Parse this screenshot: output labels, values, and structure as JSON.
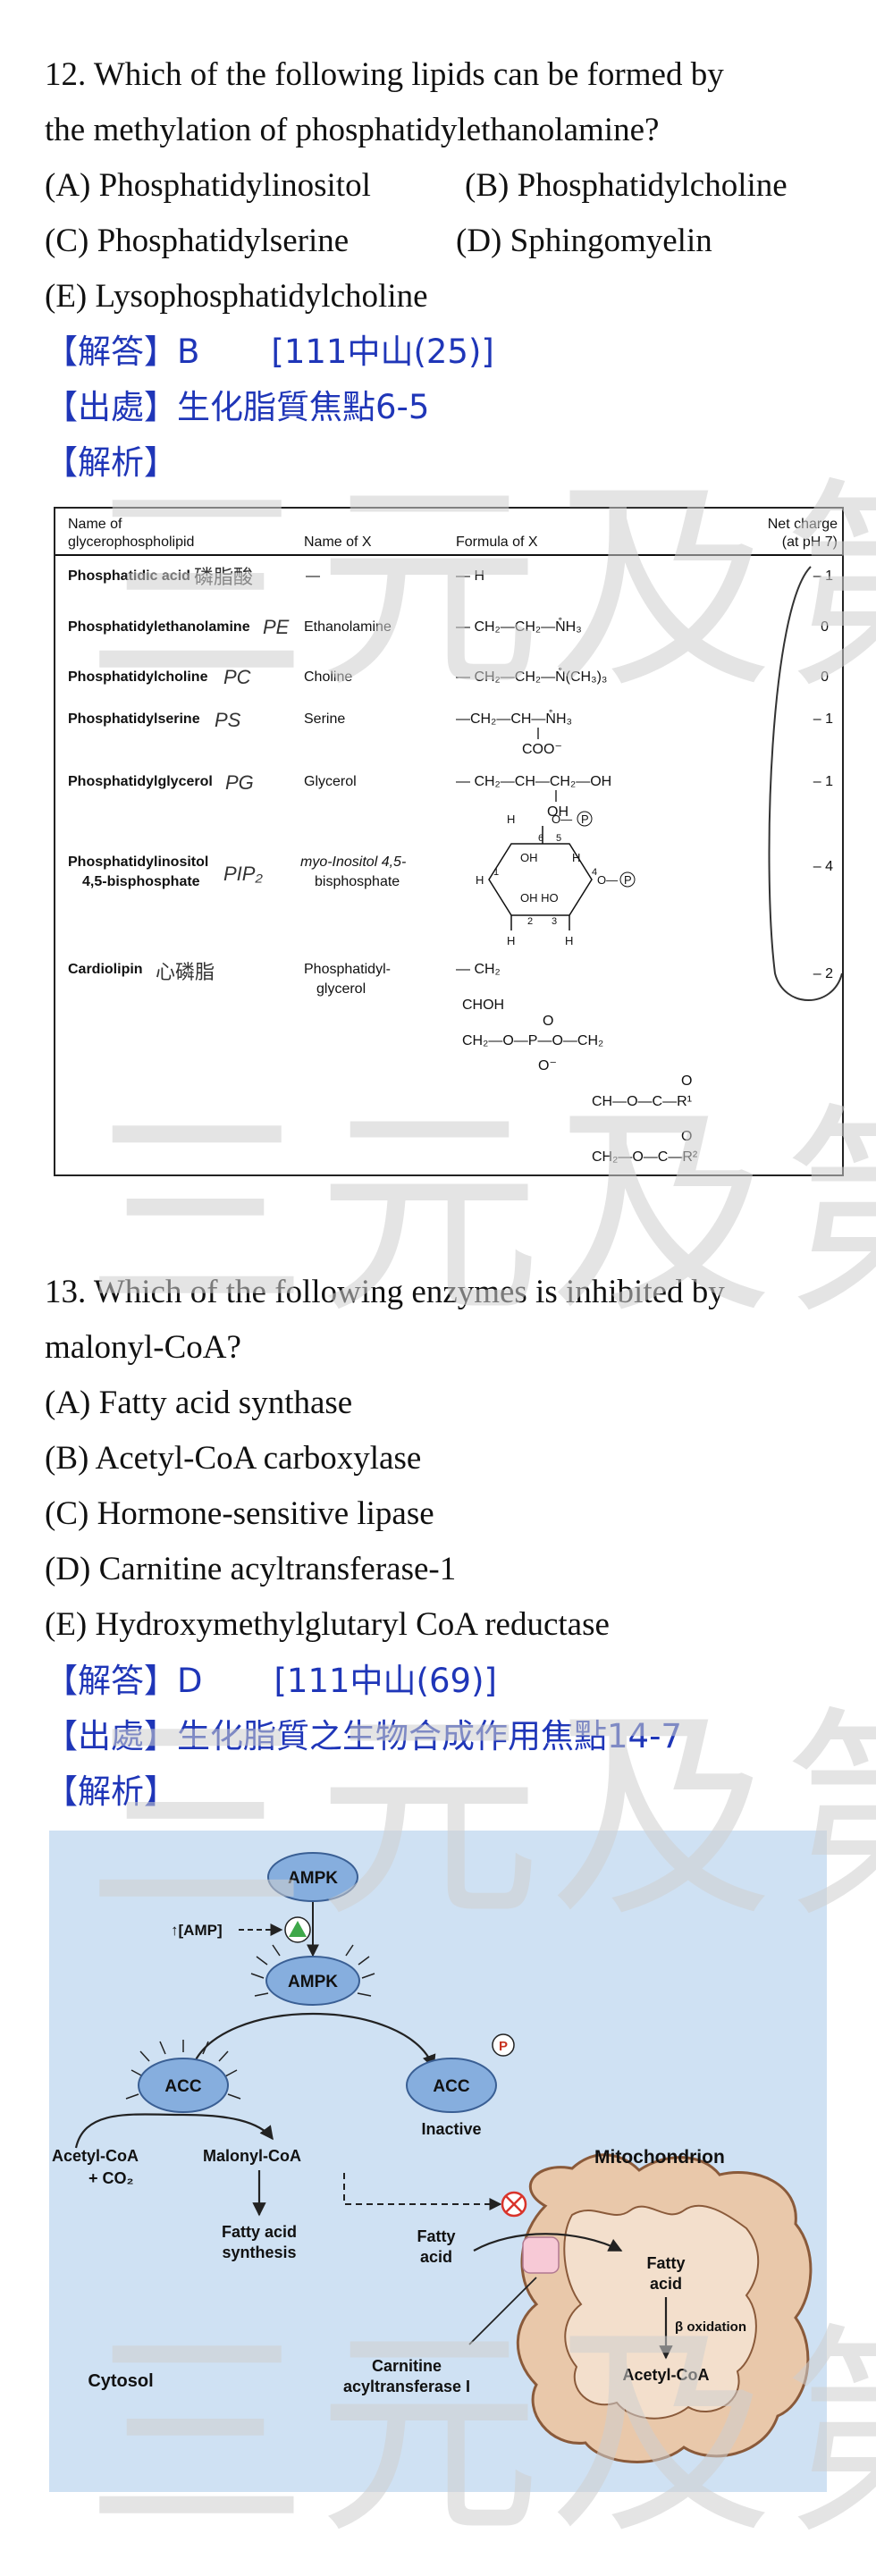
{
  "q12": {
    "stem_line1": "12. Which of the following lipids can be formed by",
    "stem_line2": "the methylation of phosphatidylethanolamine?",
    "options": {
      "A": "(A) Phosphatidylinositol",
      "B": "(B) Phosphatidylcholine",
      "C": "(C) Phosphatidylserine",
      "D": "(D) Sphingomyelin",
      "E": "(E) Lysophosphatidylcholine"
    },
    "answer_label": "【解答】B",
    "answer_ref": "[111中山(25)]",
    "source": "【出處】生化脂質焦點6-5",
    "analysis": "【解析】"
  },
  "table": {
    "headers": {
      "name": "Name of glycerophospholipid",
      "name_l1": "Name of",
      "name_l2": "glycerophospholipid",
      "x": "Name of X",
      "formula": "Formula of X",
      "charge_l1": "Net charge",
      "charge_l2": "(at pH 7)"
    },
    "rows": [
      {
        "name": "Phosphatidic acid",
        "note": "磷脂酸",
        "x": "—",
        "formula": "— H",
        "charge": "– 1"
      },
      {
        "name": "Phosphatidylethanolamine",
        "note": "PE",
        "x": "Ethanolamine",
        "formula": "— CH₂—CH₂—N̊H₃",
        "charge": "0"
      },
      {
        "name": "Phosphatidylcholine",
        "note": "PC",
        "x": "Choline",
        "formula": "— CH₂—CH₂—N̊(CH₃)₃",
        "charge": "0"
      },
      {
        "name": "Phosphatidylserine",
        "note": "PS",
        "x": "Serine",
        "formula": "—CH₂—CH—N̊H₃",
        "formula2": "COO⁻",
        "charge": "– 1"
      },
      {
        "name": "Phosphatidylglycerol",
        "note": "PG",
        "x": "Glycerol",
        "formula": "— CH₂—CH—CH₂—OH",
        "formula2": "OH",
        "charge": "– 1"
      },
      {
        "name": "Phosphatidylinositol",
        "name2": "4,5-bisphosphate",
        "note": "PIP₂",
        "x": "myo-Inositol 4,5-",
        "x2": "bisphosphate",
        "charge": "– 4"
      },
      {
        "name": "Cardiolipin",
        "note": "心磷脂",
        "x": "Phosphatidyl-",
        "x2": "glycerol",
        "charge": "– 2"
      }
    ],
    "cardiolipin_formula": [
      "— CH₂",
      "CHOH",
      "CH₂—O—P—O—CH₂",
      "O⁻",
      "CH—O—C—R¹",
      "CH₂—O—C—R²",
      "O",
      "O",
      "O"
    ]
  },
  "q13": {
    "stem_line1": "13. Which of the following enzymes is inhibited by",
    "stem_line2": "malonyl-CoA?",
    "options": {
      "A": "(A) Fatty acid synthase",
      "B": "(B) Acetyl-CoA carboxylase",
      "C": "(C) Hormone-sensitive lipase",
      "D": "(D) Carnitine acyltransferase-1",
      "E": "(E) Hydroxymethylglutaryl CoA reductase"
    },
    "answer_label": "【解答】D",
    "answer_ref": "[111中山(69)]",
    "source": "【出處】生化脂質之生物合成作用焦點14-7",
    "analysis": "【解析】"
  },
  "diagram": {
    "ampk_top": "AMPK",
    "amp": "↑[AMP]",
    "ampk_active": "AMPK",
    "acc_active": "ACC",
    "acc_inactive": "ACC",
    "inactive": "Inactive",
    "phospho": "P",
    "acetyl_coa": "Acetyl-CoA",
    "co2": "+ CO₂",
    "malonyl_coa": "Malonyl-CoA",
    "fa_synthesis_l1": "Fatty acid",
    "fa_synthesis_l2": "synthesis",
    "fatty_acid_l1": "Fatty",
    "fatty_acid_l2": "acid",
    "fatty_acid_mito_l1": "Fatty",
    "fatty_acid_mito_l2": "acid",
    "beta_ox": "β oxidation",
    "acetyl_coa_mito": "Acetyl-CoA",
    "mitochondrion": "Mitochondrion",
    "cytosol": "Cytosol",
    "cat_l1": "Carnitine",
    "cat_l2": "acyltransferase I"
  },
  "watermark": "三元及第",
  "colors": {
    "answer_blue": "#1f36b8",
    "ampk_fill": "#86aede",
    "mito_fill": "#e9c8aa",
    "inhibit_red": "#d9342b"
  }
}
